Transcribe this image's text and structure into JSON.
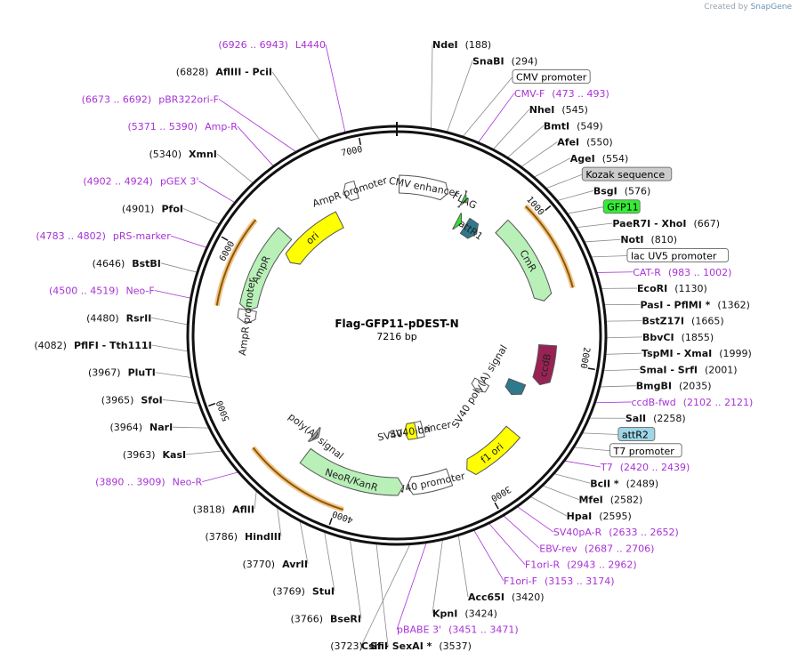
{
  "credit": {
    "prefix": "Created by",
    "brand": "SnapGene"
  },
  "plasmid": {
    "name": "Flag-GFP11-pDEST-N",
    "length": 7216,
    "length_label": "7216 bp"
  },
  "ticks": [
    {
      "bp": 1000,
      "label": "1000"
    },
    {
      "bp": 2000,
      "label": "2000"
    },
    {
      "bp": 3000,
      "label": "3000"
    },
    {
      "bp": 4000,
      "label": "4000"
    },
    {
      "bp": 5000,
      "label": "5000"
    },
    {
      "bp": 6000,
      "label": "6000"
    },
    {
      "bp": 7000,
      "label": "7000"
    }
  ],
  "features": [
    {
      "name": "CMV enhancer",
      "start": 18,
      "end": 397,
      "ring": 3,
      "color": "#ffffff",
      "label": "CMV enhancer"
    },
    {
      "name": "AmpR promoter",
      "start": 6800,
      "end": 6905,
      "ring": 3,
      "color": "#ffffff",
      "label": "AmpR promoter"
    },
    {
      "name": "ori",
      "start": 6100,
      "end": 6689,
      "ring": 2,
      "color": "#ffff00",
      "label": "ori"
    },
    {
      "name": "GFP11",
      "start": 555,
      "end": 600,
      "ring": 2,
      "color": "#2ee62e",
      "label": ""
    },
    {
      "name": "FLAG",
      "start": 520,
      "end": 550,
      "ring": 3,
      "color": "#2ee62e",
      "label": "FLAG"
    },
    {
      "name": "attR1",
      "start": 640,
      "end": 765,
      "ring": 2,
      "color": "#2e7a8c",
      "label": "attR1"
    },
    {
      "name": "CmR",
      "start": 880,
      "end": 1540,
      "ring": 3,
      "color": "#b8f0b8",
      "label": "CmR"
    },
    {
      "name": "ccdB",
      "start": 1880,
      "end": 2186,
      "ring": 3,
      "color": "#992255",
      "label": "ccdB"
    },
    {
      "name": "attR2",
      "start": 2227,
      "end": 2351,
      "ring": 2,
      "color": "#2e7a8c",
      "label": ""
    },
    {
      "name": "SV40 poly(A) signal",
      "start": 2380,
      "end": 2501,
      "ring": 1,
      "color": "#ffffff",
      "label": "SV40 poly(A) signal"
    },
    {
      "name": "f1 ori",
      "start": 2600,
      "end": 3055,
      "ring": 3,
      "color": "#ffff00",
      "label": "f1 ori"
    },
    {
      "name": "SV40 promoter",
      "start": 3200,
      "end": 3530,
      "ring": 3,
      "color": "#ffffff",
      "label": "SV40 promoter"
    },
    {
      "name": "SV40 enhancer",
      "start": 3300,
      "end": 3500,
      "ring": 1,
      "color": "#ffffff",
      "label": "SV40 enhancer"
    },
    {
      "name": "SV40 ori",
      "start": 3380,
      "end": 3520,
      "ring": 1,
      "color": "#ffff00",
      "label": "SV40 ori"
    },
    {
      "name": "NeoR/KanR",
      "start": 3560,
      "end": 4354,
      "ring": 3,
      "color": "#b8f0b8",
      "label": "NeoR/KanR"
    },
    {
      "name": "poly(A) signal",
      "start": 4360,
      "end": 4408,
      "ring": 2,
      "color": "#aaaaaa",
      "label": "poly(A) signal"
    },
    {
      "name": "AmpR",
      "start": 5600,
      "end": 6260,
      "ring": 3,
      "color": "#b8f0b8",
      "label": "AmpR"
    },
    {
      "name": "AmpR promoter",
      "start": 5500,
      "end": 5605,
      "ring": 3,
      "color": "#ffffff",
      "label": "AmpR promoter"
    }
  ],
  "enzymes_right": [
    {
      "name": "NdeI",
      "pos": "(188)"
    },
    {
      "name": "SnaBI",
      "pos": "(294)"
    },
    {
      "box": "CMV promoter",
      "boxcolor": "#ffffff"
    },
    {
      "primer": "CMV-F",
      "pos": "(473 .. 493)"
    },
    {
      "name": "NheI",
      "pos": "(545)"
    },
    {
      "name": "BmtI",
      "pos": "(549)"
    },
    {
      "name": "AfeI",
      "pos": "(550)"
    },
    {
      "name": "AgeI",
      "pos": "(554)"
    },
    {
      "box": "Kozak sequence",
      "boxcolor": "#cccccc"
    },
    {
      "name": "BsgI",
      "pos": "(576)"
    },
    {
      "box": "GFP11",
      "boxcolor": "#33ee33"
    },
    {
      "name": "PaeR7I  -  XhoI",
      "pos": "(667)"
    },
    {
      "name": "NotI",
      "pos": "(810)"
    },
    {
      "box": "lac UV5 promoter",
      "boxcolor": "#ffffff"
    },
    {
      "primer": "CAT-R",
      "pos": "(983 .. 1002)"
    },
    {
      "name": "EcoRI",
      "pos": "(1130)"
    },
    {
      "name": "PasI  -  PflMI *",
      "pos": "(1362)"
    },
    {
      "name": "BstZ17I",
      "pos": "(1665)"
    },
    {
      "name": "BbvCI",
      "pos": "(1855)"
    },
    {
      "name": "TspMI  -  XmaI",
      "pos": "(1999)"
    },
    {
      "name": "SmaI  -  SrfI",
      "pos": "(2001)"
    },
    {
      "name": "BmgBI",
      "pos": "(2035)"
    },
    {
      "primer": "ccdB-fwd",
      "pos": "(2102 .. 2121)"
    },
    {
      "name": "SalI",
      "pos": "(2258)"
    },
    {
      "box": "attR2",
      "boxcolor": "#9fd6e6"
    },
    {
      "box": "T7 promoter",
      "boxcolor": "#ffffff"
    },
    {
      "primer": "T7",
      "pos": "(2420 .. 2439)"
    },
    {
      "name": "BclI *",
      "pos": "(2489)"
    },
    {
      "name": "MfeI",
      "pos": "(2582)"
    },
    {
      "name": "HpaI",
      "pos": "(2595)"
    },
    {
      "primer": "SV40pA-R",
      "pos": "(2633 .. 2652)"
    },
    {
      "primer": "EBV-rev",
      "pos": "(2687 .. 2706)"
    },
    {
      "primer": "F1ori-R",
      "pos": "(2943 .. 2962)"
    },
    {
      "primer": "F1ori-F",
      "pos": "(3153 .. 3174)"
    },
    {
      "name": "Acc65I",
      "pos": "(3420)"
    },
    {
      "name": "KpnI",
      "pos": "(3424)"
    },
    {
      "primer": "pBABE 3'",
      "pos": "(3451 .. 3471)"
    },
    {
      "name": "CsiI  -  SexAI *",
      "pos": "(3537)"
    }
  ],
  "enzymes_left": [
    {
      "primer": "L4440",
      "pos": "(6926 .. 6943)"
    },
    {
      "name": "AflIII  -  PciI",
      "pos": "(6828)"
    },
    {
      "primer": "pBR322ori-F",
      "pos": "(6673 .. 6692)"
    },
    {
      "primer": "Amp-R",
      "pos": "(5371 .. 5390)"
    },
    {
      "name": "XmnI",
      "pos": "(5340)"
    },
    {
      "primer": "pGEX 3'",
      "pos": "(4902 .. 4924)"
    },
    {
      "name": "PfoI",
      "pos": "(4901)"
    },
    {
      "primer": "pRS-marker",
      "pos": "(4783 .. 4802)"
    },
    {
      "name": "BstBI",
      "pos": "(4646)"
    },
    {
      "primer": "Neo-F",
      "pos": "(4500 .. 4519)"
    },
    {
      "name": "RsrII",
      "pos": "(4480)"
    },
    {
      "name": "PflFI  -  Tth111I",
      "pos": "(4082)"
    },
    {
      "name": "PluTI",
      "pos": "(3967)"
    },
    {
      "name": "SfoI",
      "pos": "(3965)"
    },
    {
      "name": "NarI",
      "pos": "(3964)"
    },
    {
      "name": "KasI",
      "pos": "(3963)"
    },
    {
      "primer": "Neo-R",
      "pos": "(3890 .. 3909)"
    },
    {
      "name": "AflII",
      "pos": "(3818)"
    },
    {
      "name": "HindIII",
      "pos": "(3786)"
    },
    {
      "name": "AvrII",
      "pos": "(3770)"
    },
    {
      "name": "StuI",
      "pos": "(3769)"
    },
    {
      "name": "BseRI",
      "pos": "(3766)"
    },
    {
      "name": "SfiI",
      "pos": "(3723)"
    }
  ]
}
